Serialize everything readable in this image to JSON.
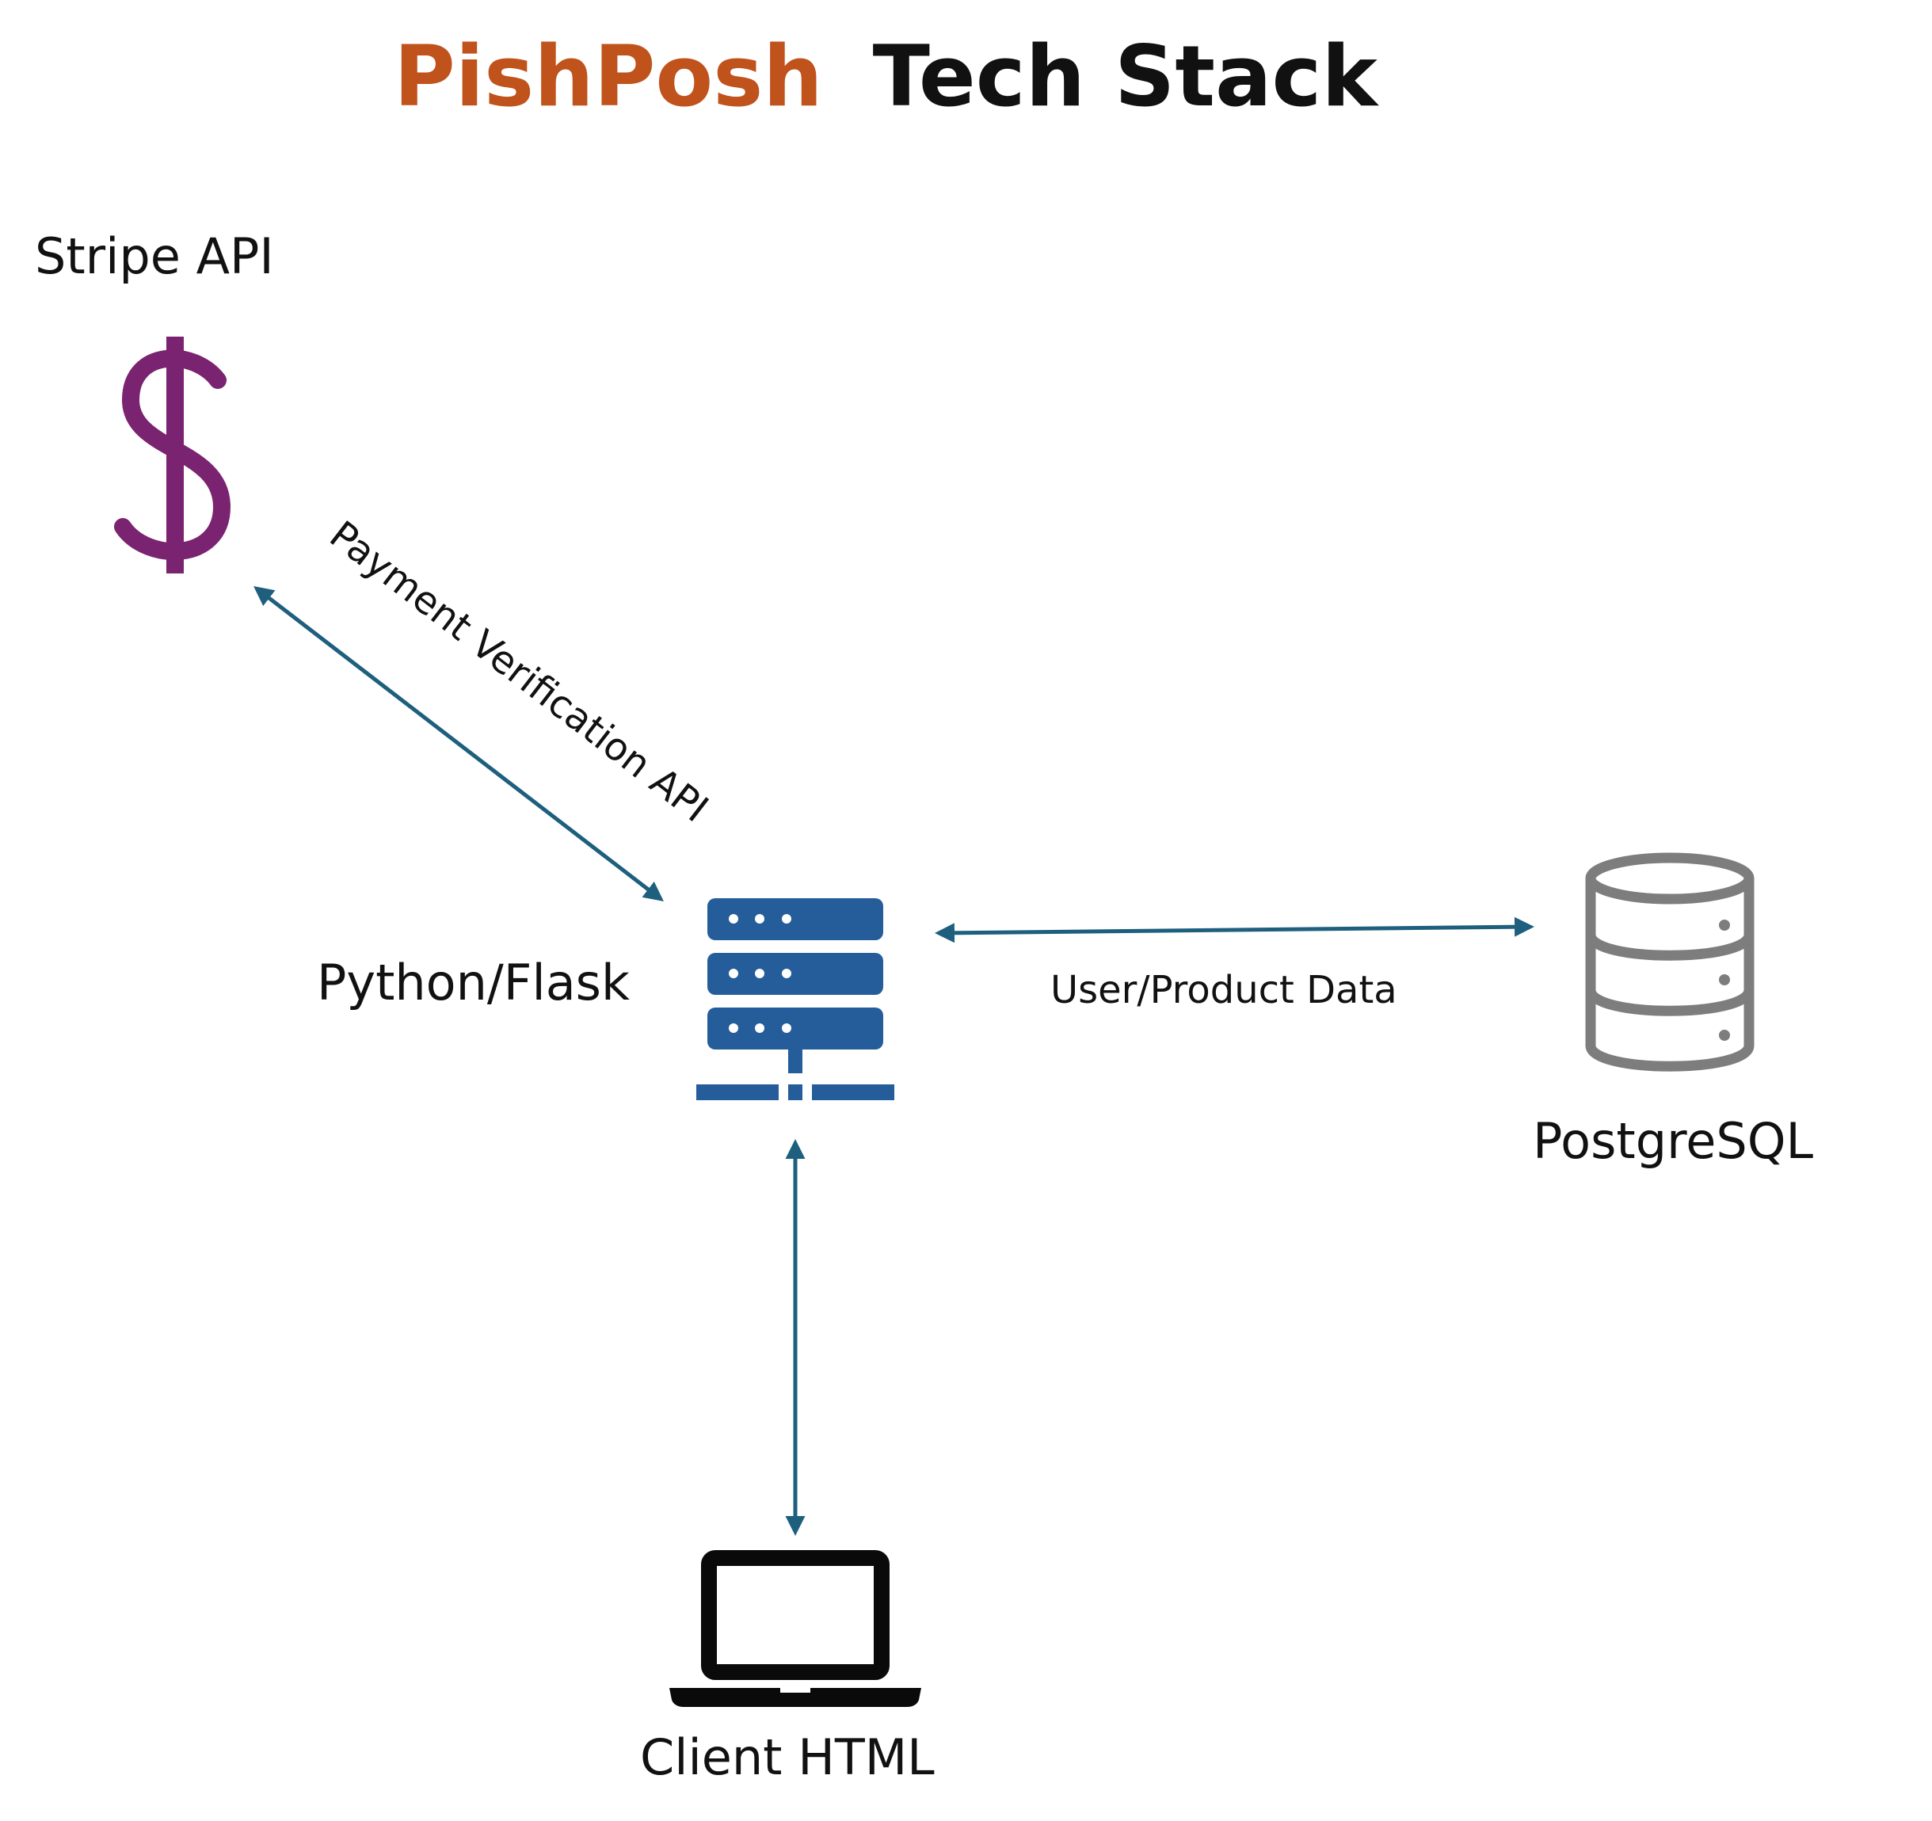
{
  "title": {
    "brand": "PishPosh",
    "rest": "Tech Stack"
  },
  "colors": {
    "brand": "#c0521c",
    "title": "#111111",
    "arrow": "#1e5f7e",
    "server": "#245d9a",
    "stripe": "#7a2370",
    "database": "#7d7d7d",
    "laptop": "#0a0a0a"
  },
  "nodes": {
    "stripe": {
      "label": "Stripe API",
      "icon": "dollar-icon"
    },
    "server": {
      "label": "Python/Flask",
      "icon": "server-icon"
    },
    "database": {
      "label": "PostgreSQL",
      "icon": "database-icon"
    },
    "client": {
      "label": "Client HTML",
      "icon": "laptop-icon"
    }
  },
  "edges": {
    "payment": {
      "from": "server",
      "to": "stripe",
      "label": "Payment Verification API",
      "bidirectional": true
    },
    "data": {
      "from": "server",
      "to": "database",
      "label": "User/Product Data",
      "bidirectional": true
    },
    "client": {
      "from": "server",
      "to": "client",
      "label": "",
      "bidirectional": true
    }
  }
}
